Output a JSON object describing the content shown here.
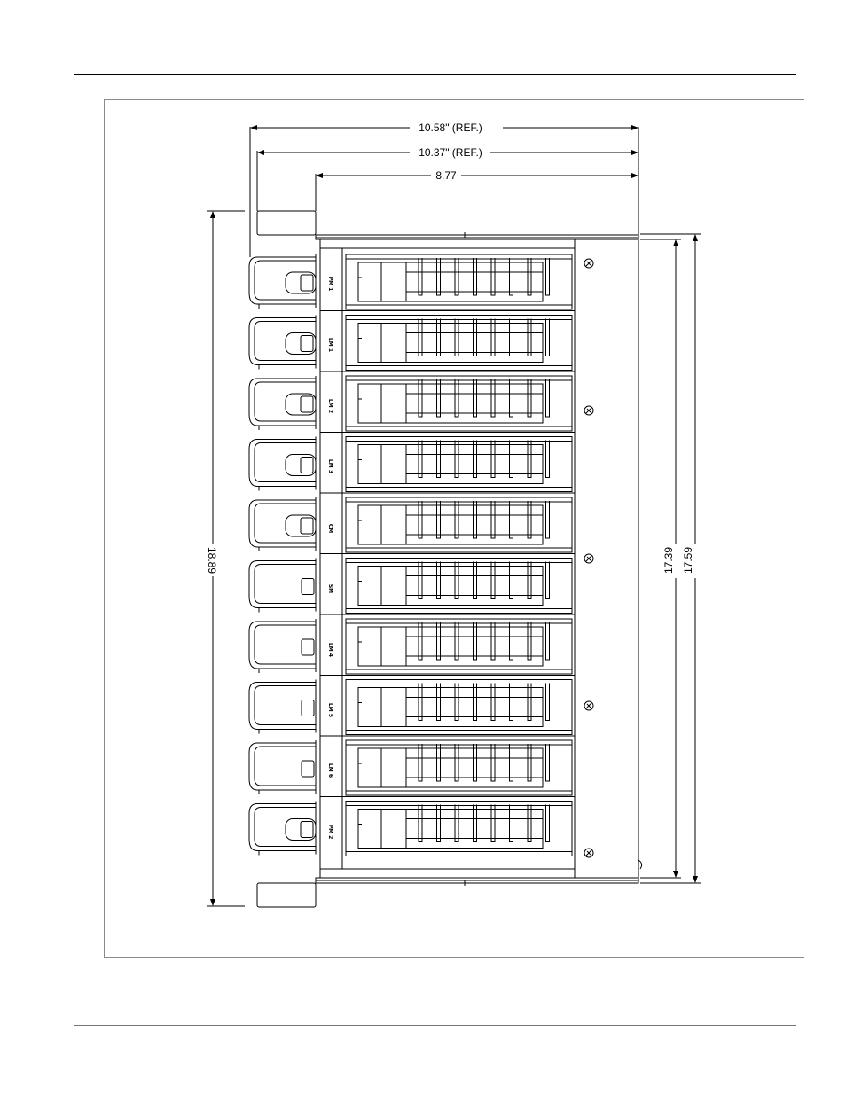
{
  "dimensions": {
    "width_ref_outer": "10.58\" (REF.)",
    "width_ref_inner": "10.37\" (REF.)",
    "depth": "8.77",
    "height_overall": "18.89",
    "height_inner": "17.39",
    "height_outer": "17.59"
  },
  "slots": [
    {
      "label": "PM 1",
      "plain": false
    },
    {
      "label": "LM 1",
      "plain": false
    },
    {
      "label": "LM 2",
      "plain": false
    },
    {
      "label": "LM 3",
      "plain": false
    },
    {
      "label": "CM",
      "plain": false
    },
    {
      "label": "SM",
      "plain": true
    },
    {
      "label": "LM 4",
      "plain": true
    },
    {
      "label": "LM 5",
      "plain": true
    },
    {
      "label": "LM 6",
      "plain": true
    },
    {
      "label": "PM 2",
      "plain": false
    }
  ]
}
